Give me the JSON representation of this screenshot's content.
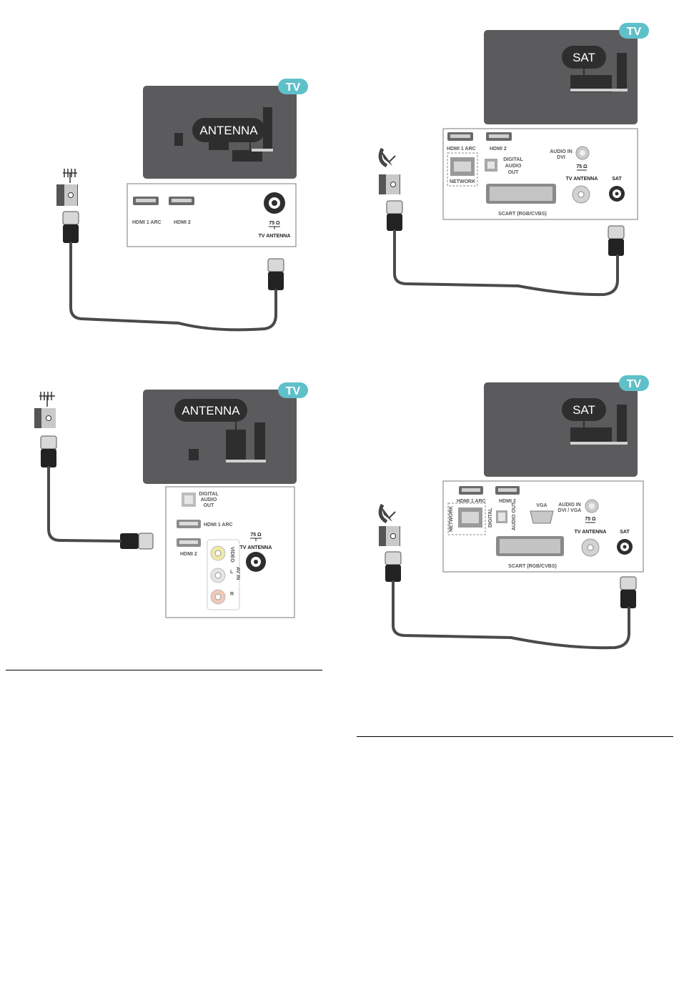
{
  "figures": {
    "antenna_1": {
      "tv_badge": "TV",
      "screen_label": "ANTENNA",
      "ports": {
        "hdmi1": "HDMI 1 ARC",
        "hdmi2": "HDMI 2",
        "ohms": "75 Ω",
        "tv_antenna": "TV ANTENNA"
      }
    },
    "sat_1": {
      "tv_badge": "TV",
      "screen_label": "SAT",
      "ports": {
        "hdmi1": "HDMI 1 ARC",
        "hdmi2": "HDMI 2",
        "digital": "DIGITAL",
        "audio": "AUDIO",
        "out": "OUT",
        "network": "NETWORK",
        "audio_in": "AUDIO IN",
        "dvi": "DVI",
        "ohms": "75 Ω",
        "tv_antenna": "TV ANTENNA",
        "sat": "SAT",
        "scart": "SCART (RGB/CVBS)"
      }
    },
    "antenna_2": {
      "tv_badge": "TV",
      "screen_label": "ANTENNA",
      "ports": {
        "digital": "DIGITAL",
        "audio": "AUDIO",
        "out": "OUT",
        "hdmi1": "HDMI 1 ARC",
        "hdmi2": "HDMI 2",
        "video": "VIDEO",
        "av_in": "AV IN",
        "l": "L",
        "r": "R",
        "ohms": "75 Ω",
        "tv_antenna": "TV ANTENNA"
      }
    },
    "sat_2": {
      "tv_badge": "TV",
      "screen_label": "SAT",
      "ports": {
        "hdmi1": "HDMI 1 ARC",
        "hdmi2": "HDMI 2",
        "network": "NETWORK",
        "digital": "DIGITAL",
        "audio_out": "AUDIO OUT",
        "vga": "VGA",
        "audio_in": "AUDIO IN",
        "dvi_vga": "DVI / VGA",
        "ohms": "75 Ω",
        "tv_antenna": "TV ANTENNA",
        "sat": "SAT",
        "scart": "SCART (RGB/CVBS)"
      }
    }
  },
  "colors": {
    "tv_body": "#5b5b5d",
    "badge": "#5fc0c9",
    "cable": "#4a4a4a",
    "panel_border": "#8f8f8f"
  }
}
